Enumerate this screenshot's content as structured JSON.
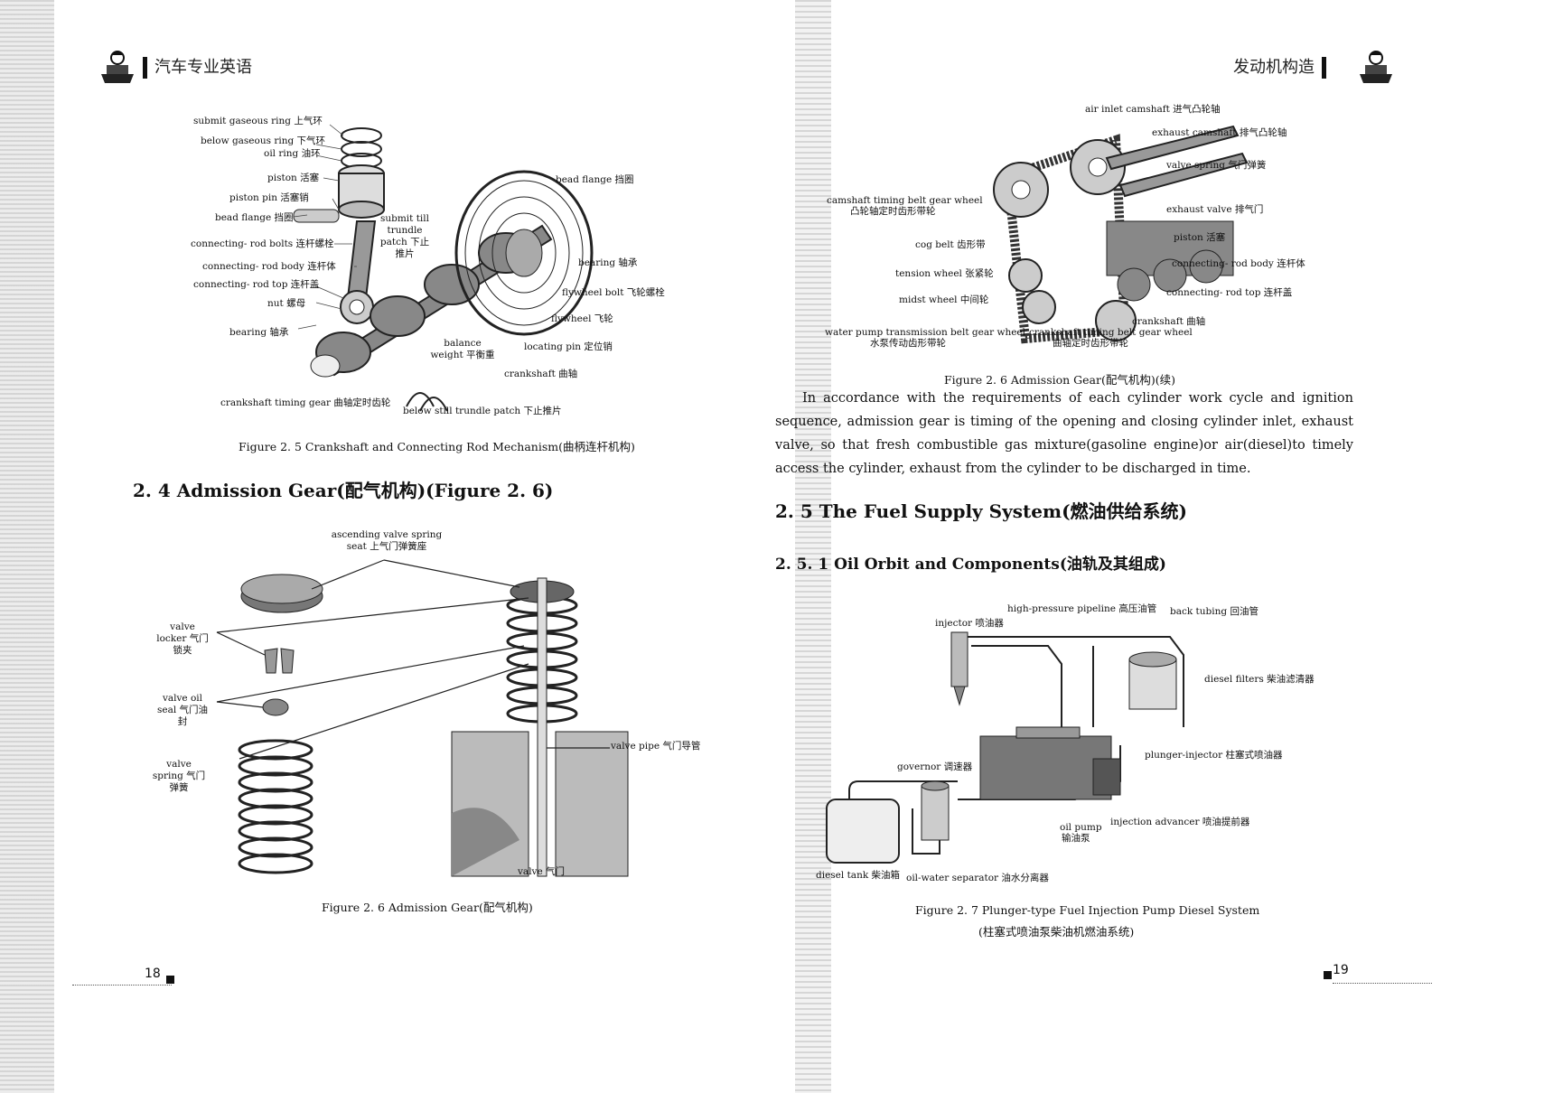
{
  "left_page": {
    "header_title": "汽车专业英语",
    "page_number": "18",
    "figure_2_5": {
      "labels": [
        "submit gaseous ring 上气环",
        "below gaseous ring 下气环",
        "oil ring 油环",
        "piston 活塞",
        "piston pin 活塞销",
        "bead flange 挡圈",
        "connecting- rod bolts 连杆螺栓",
        "connecting- rod body 连杆体",
        "connecting- rod top 连杆盖",
        "nut 螺母",
        "bearing 轴承",
        "submit till trundle patch 下止推片",
        "balance weight 平衡重",
        "crankshaft timing gear 曲轴定时齿轮",
        "below still trundle patch 下止推片",
        "bead flange 挡圈",
        "bearing 轴承",
        "flywheel bolt 飞轮螺栓",
        "flywheel 飞轮",
        "locating pin 定位销",
        "crankshaft 曲轴"
      ],
      "caption": "Figure 2. 5 Crankshaft and Connecting Rod Mechanism(曲柄连杆机构)"
    },
    "section_2_4": "2. 4 Admission Gear(配气机构)(Figure 2. 6)",
    "figure_2_6": {
      "labels": [
        "ascending valve spring seat 上气门弹簧座",
        "valve locker 气门锁夹",
        "valve oil seal 气门油封",
        "valve spring 气门弹簧",
        "valve pipe 气门导管",
        "valve 气门"
      ],
      "caption": "Figure 2. 6 Admission Gear(配气机构)"
    }
  },
  "right_page": {
    "header_title": "发动机构造",
    "page_number": "19",
    "figure_2_6_cont": {
      "labels": [
        "air inlet camshaft 进气凸轮轴",
        "exhaust camshaft 排气凸轮轴",
        "valve spring 气门弹簧",
        "camshaft timing belt gear wheel",
        "凸轮轴定时齿形带轮",
        "exhaust valve 排气门",
        "piston 活塞",
        "cog belt 齿形带",
        "connecting- rod body 连杆体",
        "tension wheel 张紧轮",
        "connecting- rod top 连杆盖",
        "midst wheel 中间轮",
        "crankshaft 曲轴",
        "water pump transmission belt gear wheel",
        "水泵传动齿形带轮",
        "crankshaft timing belt gear wheel",
        "曲轴定时齿形带轮"
      ],
      "caption": "Figure 2. 6 Admission Gear(配气机构)(续)"
    },
    "paragraph": "In accordance with the requirements of each cylinder work cycle and ignition sequence, admission gear is timing of the opening and closing cylinder inlet, exhaust valve, so that fresh combustible gas mixture(gasoline engine)or air(diesel)to timely access the cylinder, exhaust from the cylinder to be discharged in time.",
    "section_2_5": "2. 5 The Fuel Supply System(燃油供给系统)",
    "section_2_5_1": "2. 5. 1 Oil Orbit and Components(油轨及其组成)",
    "figure_2_7": {
      "labels": [
        "high-pressure pipeline 高压油管",
        "injector 喷油器",
        "back tubing 回油管",
        "diesel filters 柴油滤清器",
        "plunger-injector 柱塞式喷油器",
        "governor 调速器",
        "injection advancer 喷油提前器",
        "oil pump",
        "输油泵",
        "diesel tank 柴油箱",
        "oil-water separator 油水分离器"
      ],
      "caption_en": "Figure 2. 7 Plunger-type Fuel Injection Pump Diesel System",
      "caption_cn": "(柱塞式喷油泵柴油机燃油系统)"
    }
  }
}
